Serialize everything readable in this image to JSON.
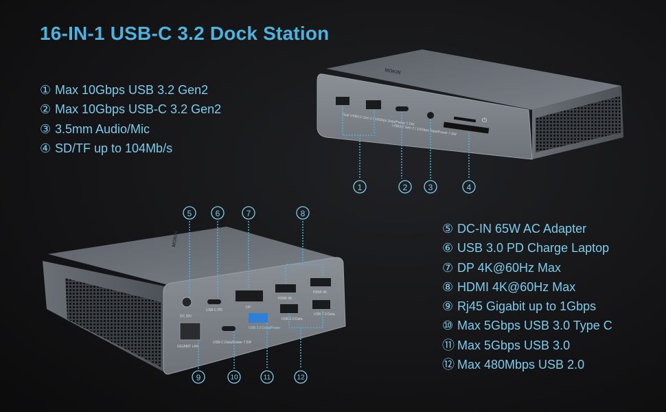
{
  "title": "16-IN-1 USB-C 3.2 Dock Station",
  "features_top": [
    {
      "num": "①",
      "text": "Max 10Gbps USB 3.2 Gen2"
    },
    {
      "num": "②",
      "text": "Max 10Gbps USB-C 3.2 Gen2"
    },
    {
      "num": "③",
      "text": "3.5mm Audio/Mic"
    },
    {
      "num": "④",
      "text": "SD/TF up to 104Mb/s"
    }
  ],
  "features_bottom": [
    {
      "num": "⑤",
      "text": "DC-IN 65W AC Adapter"
    },
    {
      "num": "⑥",
      "text": "USB 3.0 PD Charge Laptop"
    },
    {
      "num": "⑦",
      "text": "DP 4K@60Hz Max"
    },
    {
      "num": "⑧",
      "text": "HDMI 4K@60Hz Max"
    },
    {
      "num": "⑨",
      "text": "Rj45 Gigabit up to 1Gbps"
    },
    {
      "num": "⑩",
      "text": "Max 5Gbps USB 3.0 Type C"
    },
    {
      "num": "⑪",
      "text": "Max 5Gbps USB 3.0"
    },
    {
      "num": "⑫",
      "text": "Max 480Mbps USB 2.0"
    }
  ],
  "device_front": {
    "usb_a_label": "Dual USB3.2 Gen 2 / 10Gbps Data/Power 7.5W",
    "usb_c_label": "USB3.2 Gen 2 / 10Gbps Data/Power 7.5W",
    "callouts": [
      "①",
      "②",
      "③",
      "④"
    ]
  },
  "device_back": {
    "dc_label": "DC 20V",
    "usbc_pd_label": "USB-C PD",
    "dp_label": "DP",
    "hdmi_label_1": "HDMI 4K",
    "hdmi_label_2": "HDMI 4K",
    "lan_label": "GIGABIT LAN",
    "usbc_data_label": "USB-C Data/Power 7.5W",
    "usb3_label": "USB 3.0 Data/Power",
    "usb2_label_1": "USB 2.0 Data",
    "usb2_label_2": "USB 2.0 Data",
    "callouts_top": [
      "⑤",
      "⑥",
      "⑦",
      "⑧"
    ],
    "callouts_bottom": [
      "⑨",
      "⑩",
      "⑪",
      "⑫"
    ]
  },
  "colors": {
    "accent": "#4fb2dd",
    "text": "#7fcbec",
    "device": "#6b7178",
    "background": "#151517"
  }
}
